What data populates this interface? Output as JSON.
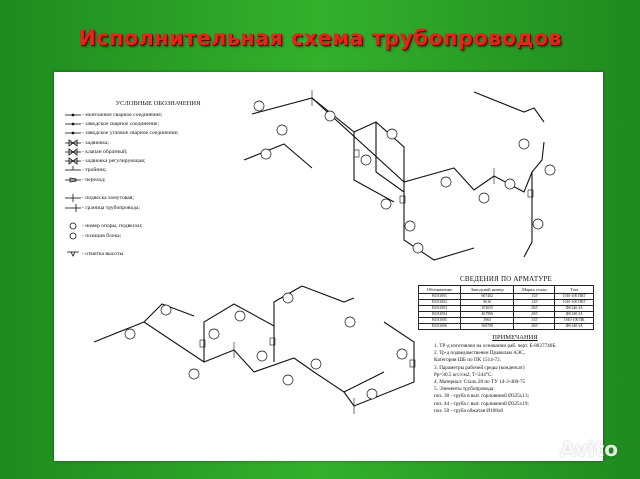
{
  "title": "Исполнительная схема трубопроводов",
  "legend": {
    "heading": "УСЛОВНЫЕ ОБОЗНАЧЕНИЯ",
    "items": [
      {
        "symbol": "mount-weld",
        "text": "- монтажное сварное соединение;"
      },
      {
        "symbol": "factory-weld",
        "text": "- заводское сварное соединение;"
      },
      {
        "symbol": "angle-weld",
        "text": "- заводское угловое сварное соединение;"
      },
      {
        "symbol": "gate-valve",
        "text": "- задвижка;"
      },
      {
        "symbol": "check-valve",
        "text": "- клапан обратный;"
      },
      {
        "symbol": "control-valve",
        "text": "- задвижка регулирующая;"
      },
      {
        "symbol": "tee",
        "text": "- тройник;"
      },
      {
        "symbol": "transition",
        "text": "- переход;"
      },
      {
        "symbol": "blank",
        "text": ""
      },
      {
        "symbol": "clamp-support",
        "text": "- подвеска хомутовая;"
      },
      {
        "symbol": "boundary",
        "text": "- граница трубопровода;"
      },
      {
        "symbol": "blank",
        "text": ""
      },
      {
        "symbol": "support-number",
        "text": "- номер опоры, подвески;"
      },
      {
        "symbol": "block-position",
        "text": "- позиция блока;"
      },
      {
        "symbol": "blank",
        "text": ""
      },
      {
        "symbol": "height-mark",
        "text": "- отметка высоты"
      }
    ]
  },
  "fittings": {
    "heading": "СВЕДЕНИЯ ПО АРМАТУРЕ",
    "columns": [
      "Обозначение",
      "Заводской номер",
      "Марка стали",
      "Тип"
    ],
    "rows": [
      [
        "ВОЗ1001",
        "667402",
        "15Л",
        "1010-100 ПКГ"
      ],
      [
        "ВОЗ1002",
        "8616",
        "12Л",
        "1010-100 ПКГ"
      ],
      [
        "ВОЗ1003",
        "103655",
        "20Л",
        "Ф8.340.3А"
      ],
      [
        "ВОЗ1004",
        "467986",
        "20Л",
        "Ф8.340.3А"
      ],
      [
        "ВОЗ1005",
        "3963",
        "15Л",
        "1010-100 ПК"
      ],
      [
        "ВОЗ1006",
        "569708",
        "20Л",
        "Ф8.340.3А"
      ]
    ]
  },
  "notes": {
    "heading": "ПРИМЕЧАНИЯ",
    "lines": [
      "1. ТР-д изготовлен на основании раб. черт. Б-8027740Б.",
      "2. Тр-д подведомственен Правилам АЭС,",
      "   Категория ШБ по ПК 1514-72.",
      "3. Параметры рабочей среды (конденсат)",
      "   Рр=30.5 кгс/см2, Т=244°С.",
      "4. Материал: Сталь 20 по ТУ 14-3-460-75",
      "5. Элементы трубопровода:",
      "   поз. 30 - труба в выт. горловиной Ø325х13;",
      "   поз. 44 - труба с выт. горловиной Ø325х19;",
      "   поз. 50 - труба обжатая Ø108х8"
    ]
  },
  "watermark": "Avito",
  "colors": {
    "background": "#2aa12a",
    "title": "#e8231a",
    "sheet": "#ffffff",
    "ink": "#111111"
  }
}
